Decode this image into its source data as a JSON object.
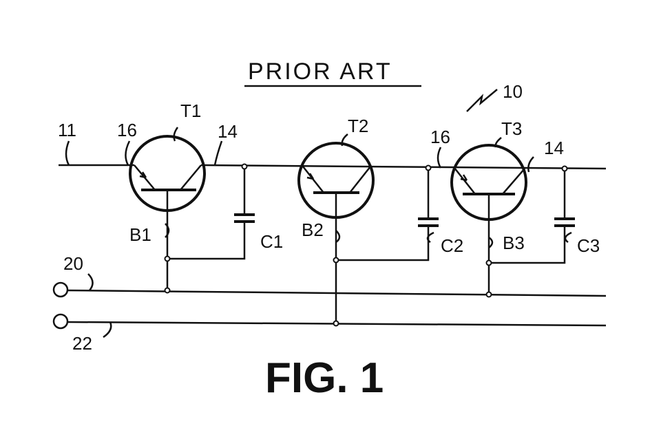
{
  "title": "PRIOR ART",
  "figure_label": "FIG. 1",
  "reference": "10",
  "labels": {
    "input": "11",
    "emitter1": "16",
    "t1": "T1",
    "collector1": "14",
    "b1": "B1",
    "c1": "C1",
    "t2": "T2",
    "b2": "B2",
    "c2": "C2",
    "emitter3": "16",
    "t3": "T3",
    "collector3": "14",
    "b3": "B3",
    "c3": "C3",
    "line20": "20",
    "line22": "22"
  }
}
